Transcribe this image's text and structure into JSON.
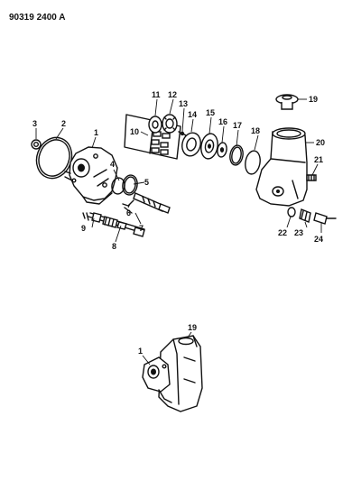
{
  "document_id": "90319 2400 A",
  "callouts": {
    "c1": "1",
    "c2": "2",
    "c3": "3",
    "c4": "4",
    "c5": "5",
    "c6": "6",
    "c7": "7",
    "c8": "8",
    "c9": "9",
    "c10": "10",
    "c11": "11",
    "c12": "12",
    "c13": "13",
    "c14": "14",
    "c15": "15",
    "c16": "16",
    "c17": "17",
    "c18": "18",
    "c19": "19",
    "c20": "20",
    "c21": "21",
    "c22": "22",
    "c23": "23",
    "c24": "24"
  },
  "inset_callouts": {
    "c1": "1",
    "c19": "19"
  },
  "ink_color": "#111111",
  "paper_color": "#ffffff"
}
